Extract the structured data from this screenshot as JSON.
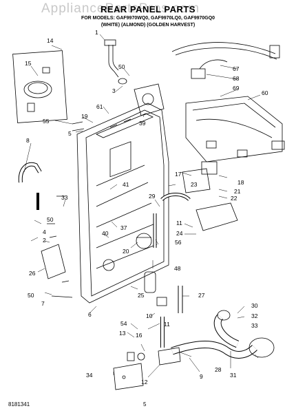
{
  "watermark": "AppliancePartsPros.com",
  "title": "REAR PANEL PARTS",
  "subtitle_line1": "FOR MODELS: GAF9970WQ0, GAF9970LQ0, GAF9970GQ0",
  "subtitle_line2": "(WHITE)    (ALMOND)    (GOLDEN HARVEST)",
  "part_numbers": [
    "1",
    "14",
    "15",
    "50",
    "3",
    "61",
    "39",
    "67",
    "68",
    "69",
    "60",
    "19",
    "55",
    "5",
    "8",
    "17",
    "18",
    "21",
    "22",
    "41",
    "23",
    "29",
    "33",
    "50",
    "37",
    "40",
    "11",
    "24",
    "2",
    "4",
    "20",
    "56",
    "26",
    "48",
    "50",
    "7",
    "25",
    "27",
    "30",
    "32",
    "6",
    "10",
    "54",
    "13",
    "16",
    "11",
    "33",
    "28",
    "31",
    "34",
    "12",
    "9"
  ],
  "footer_code": "8181341",
  "footer_page": "5"
}
